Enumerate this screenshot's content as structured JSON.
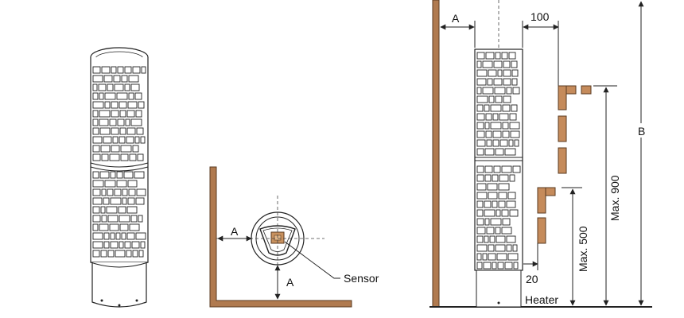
{
  "labels": {
    "clearance_a_left": "A",
    "clearance_a_bottom": "A",
    "sensor": "Sensor",
    "clearance_a_top": "A",
    "gap_100": "100",
    "height_b": "B",
    "max_900": "Max. 900",
    "max_500": "Max. 500",
    "gap_20": "20",
    "heater": "Heater"
  },
  "icons": [
    "heater-tower-icon",
    "sensor-icon",
    "arrow-icon"
  ],
  "colors": {
    "wood": "#b07a4f",
    "line": "#222222"
  }
}
